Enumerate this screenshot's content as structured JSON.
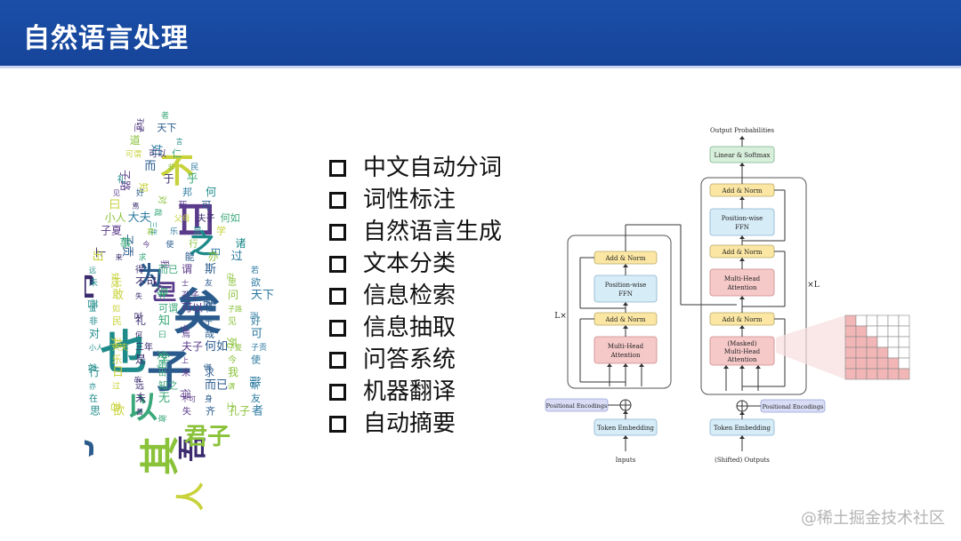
{
  "header": {
    "title": "自然语言处理"
  },
  "tasks": [
    "中文自动分词",
    "词性标注",
    "自然语言生成",
    "文本分类",
    "信息检索",
    "信息抽取",
    "问答系统",
    "机器翻译",
    "自动摘要"
  ],
  "wordcloud": {
    "big": [
      "与",
      "也",
      "矣",
      "子",
      "其",
      "曰",
      "有",
      "以",
      "人",
      "吾",
      "君子",
      "则",
      "为",
      "不",
      "之"
    ],
    "small": [
      "孔子",
      "者",
      "问",
      "天下",
      "道",
      "如",
      "言",
      "可谓",
      "可以",
      "仁",
      "子路",
      "而",
      "非",
      "民",
      "礼",
      "知",
      "于",
      "乎",
      "见",
      "好",
      "对",
      "邦",
      "何",
      "曰",
      "焉",
      "哉",
      "死",
      "可",
      "小人",
      "大夫",
      "三年",
      "父母",
      "夫子",
      "何如",
      "子夏",
      "子贡",
      "君",
      "乐",
      "是",
      "学",
      "上",
      "事",
      "今",
      "使",
      "行",
      "日",
      "诸",
      "出",
      "来",
      "求",
      "我",
      "能",
      "亦",
      "过",
      "远",
      "知之",
      "得",
      "而已",
      "谓",
      "斯",
      "在",
      "若",
      "未",
      "无",
      "不可",
      "身",
      "士",
      "友",
      "思",
      "欲",
      "善",
      "敢",
      "失",
      "齐"
    ],
    "colors": [
      "#3b2b6e",
      "#2a5b8c",
      "#1e8a8a",
      "#3aa87a",
      "#8ac23a",
      "#c8d23a",
      "#5a3a8a",
      "#2d7aa0"
    ]
  },
  "transformer": {
    "output_probabilities": "Output Probabilities",
    "linear_softmax": "Linear & Softmax",
    "add_norm": "Add & Norm",
    "ffn_line1": "Position-wise",
    "ffn_line2": "FFN",
    "mha_line1": "Multi-Head",
    "mha_line2": "Attention",
    "masked_line1": "(Masked)",
    "positional_encodings": "Positional Encodings",
    "token_embedding": "Token Embedding",
    "inputs": "Inputs",
    "shifted_outputs": "(Shifted) Outputs",
    "encoder_repeat": "L×",
    "decoder_repeat": "×L",
    "colors": {
      "add_norm": "#fbe7a3",
      "ffn": "#d6ecf7",
      "attention": "#f6c9c9",
      "embedding": "#d6ecf7",
      "posenc": "#d8ddf5",
      "linear": "#d8efdc",
      "mask": "#f2b6b6"
    }
  },
  "watermark": "@稀土掘金技术社区"
}
